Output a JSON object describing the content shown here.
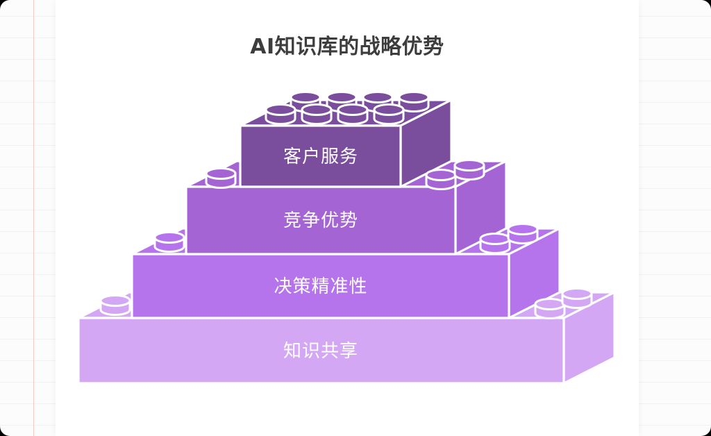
{
  "title": {
    "text": "AI知识库的战略优势",
    "color": "#3d3d3d"
  },
  "canvas": {
    "card_bg": "#ffffff",
    "paper_bg": "#fcfcfc",
    "paper_line_color": "#f1f1f1",
    "paper_margin_line_color": "#f5cac5",
    "outline_color": "#ffffff",
    "label_text_color": "#ffffff"
  },
  "bricks": [
    {
      "id": "customer-service",
      "label": "客户服务",
      "color": "#7b4d9d"
    },
    {
      "id": "competitive-advantage",
      "label": "竞争优势",
      "color": "#a564d3"
    },
    {
      "id": "decision-precision",
      "label": "决策精准性",
      "color": "#b574ec"
    },
    {
      "id": "knowledge-sharing",
      "label": "知识共享",
      "color": "#d3a7f4"
    }
  ]
}
